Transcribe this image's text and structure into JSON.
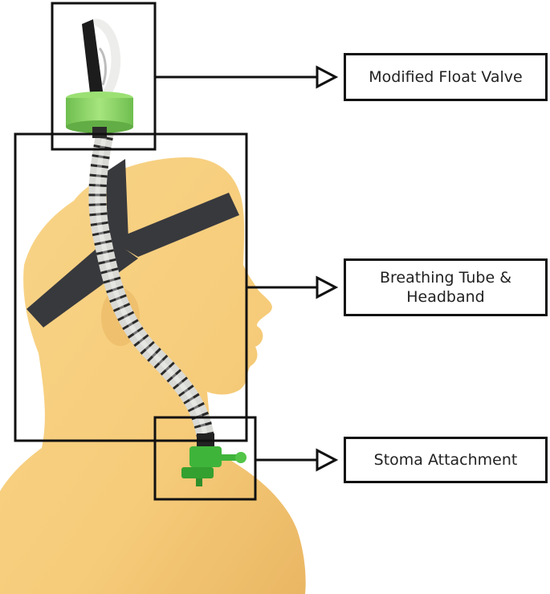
{
  "labels": {
    "float_valve": "Modified Float Valve",
    "tube_headband_line1": "Breathing Tube &",
    "tube_headband_line2": "Headband",
    "stoma": "Stoma Attachment"
  },
  "colors": {
    "skin": "#f6cc7a",
    "skin_shadow": "#e9b55f",
    "strap": "#38393d",
    "valve_green": "#8fd96a",
    "stoma_green": "#3fb43a",
    "tube_light": "#d9d9d5",
    "tube_dark": "#2a2a2a",
    "frame": "#111111"
  }
}
